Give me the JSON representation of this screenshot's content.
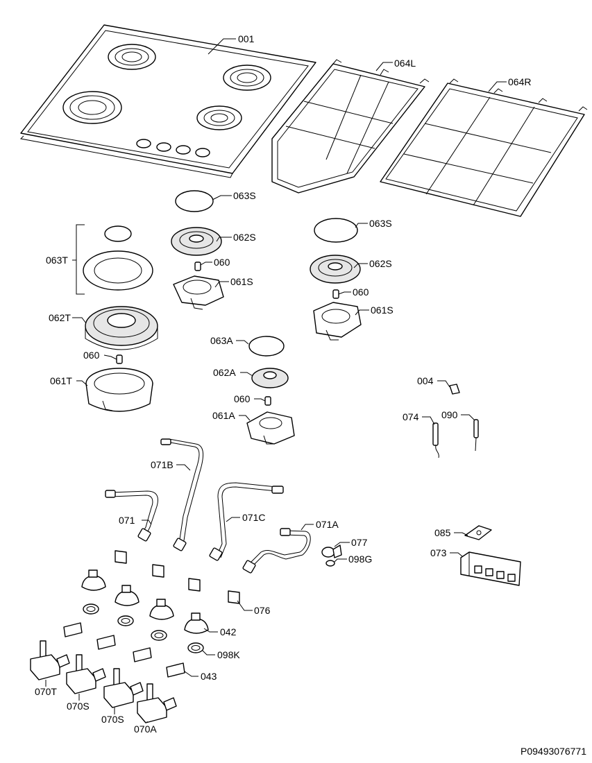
{
  "diagram_code": "P09493076771",
  "labels": {
    "l001": "001",
    "l064L": "064L",
    "l064R": "064R",
    "l063S_a": "063S",
    "l063S_b": "063S",
    "l063T": "063T",
    "l062S_a": "062S",
    "l062S_b": "062S",
    "l060_a": "060",
    "l060_b": "060",
    "l060_c": "060",
    "l060_d": "060",
    "l061S_a": "061S",
    "l061S_b": "061S",
    "l062T": "062T",
    "l061T": "061T",
    "l063A": "063A",
    "l062A": "062A",
    "l061A": "061A",
    "l004": "004",
    "l074": "074",
    "l090": "090",
    "l071B": "071B",
    "l071": "071",
    "l071C": "071C",
    "l071A": "071A",
    "l077": "077",
    "l098G": "098G",
    "l085": "085",
    "l073": "073",
    "l076": "076",
    "l042": "042",
    "l098K": "098K",
    "l043": "043",
    "l070T": "070T",
    "l070S_a": "070S",
    "l070S_b": "070S",
    "l070A": "070A"
  }
}
